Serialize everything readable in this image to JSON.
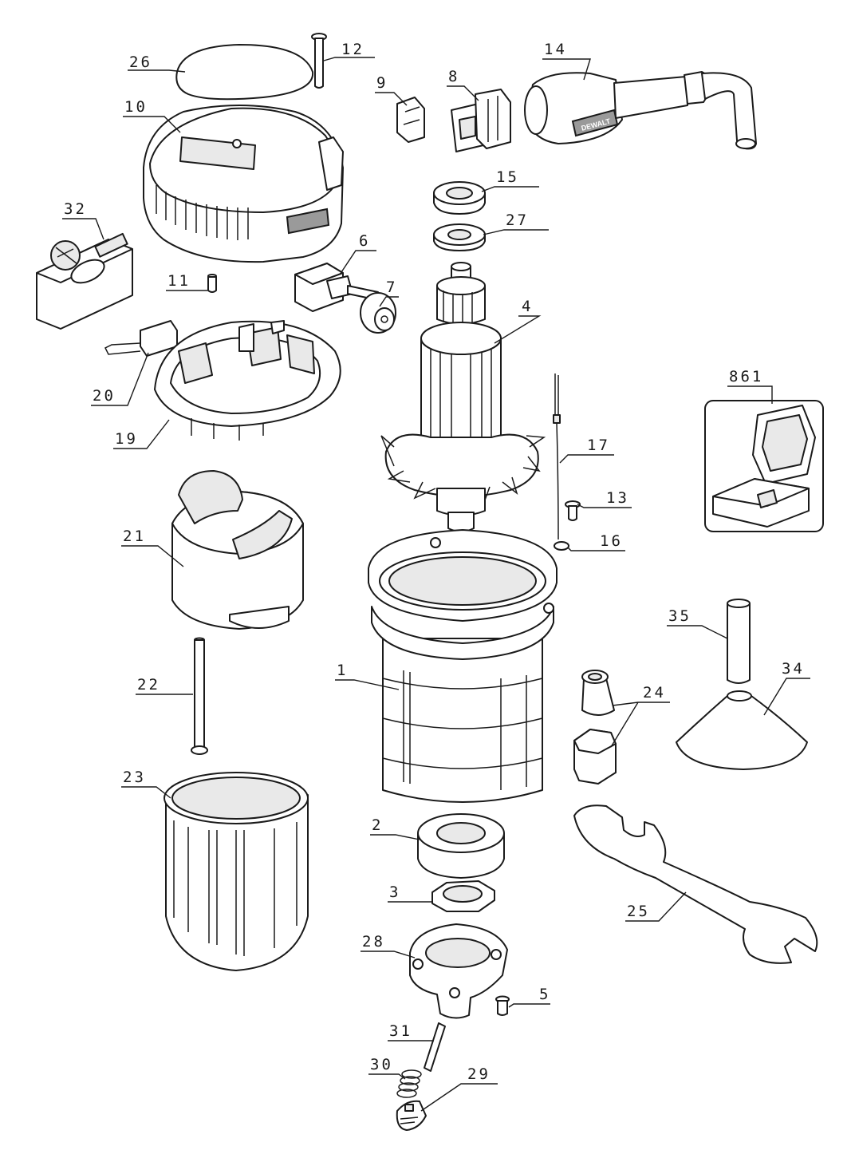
{
  "diagram": {
    "brand_mark": "DEWALT",
    "callouts": {
      "c1": "1",
      "c2": "2",
      "c3": "3",
      "c4": "4",
      "c5": "5",
      "c6": "6",
      "c7": "7",
      "c8": "8",
      "c9": "9",
      "c10": "10",
      "c11": "11",
      "c12": "12",
      "c13": "13",
      "c14": "14",
      "c15": "15",
      "c16": "16",
      "c17": "17",
      "c19": "19",
      "c20": "20",
      "c21": "21",
      "c22": "22",
      "c23": "23",
      "c24": "24",
      "c25": "25",
      "c26": "26",
      "c27": "27",
      "c28": "28",
      "c29": "29",
      "c30": "30",
      "c31": "31",
      "c32": "32",
      "c34": "34",
      "c35": "35",
      "c861": "861"
    }
  }
}
